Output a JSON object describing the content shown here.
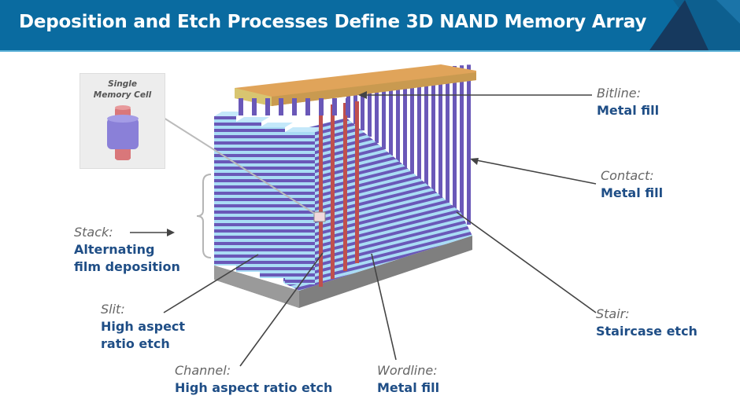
{
  "header": {
    "title": "Deposition and Etch Processes Define 3D NAND Memory Array",
    "background_color": "#0a6ba0"
  },
  "inset": {
    "title_line1": "Single",
    "title_line2": "Memory Cell"
  },
  "labels": {
    "bitline": {
      "key": "Bitline:",
      "value": "Metal fill"
    },
    "contact": {
      "key": "Contact:",
      "value": "Metal fill"
    },
    "stack": {
      "key": "Stack:",
      "value_line1": "Alternating",
      "value_line2": "film deposition"
    },
    "slit": {
      "key": "Slit:",
      "value_line1": "High aspect",
      "value_line2": "ratio etch"
    },
    "channel": {
      "key": "Channel:",
      "value": "High aspect ratio etch"
    },
    "wordline": {
      "key": "Wordline:",
      "value": "Metal fill"
    },
    "stair": {
      "key": "Stair:",
      "value": "Staircase etch"
    }
  },
  "colors": {
    "light_layer": "#a9dcf5",
    "dark_layer": "#6a58b8",
    "channel": "#c0504d",
    "bitline": "#e0a45a",
    "substrate": "#8a8a8a",
    "value_text": "#1f4e86",
    "key_text": "#666666"
  }
}
